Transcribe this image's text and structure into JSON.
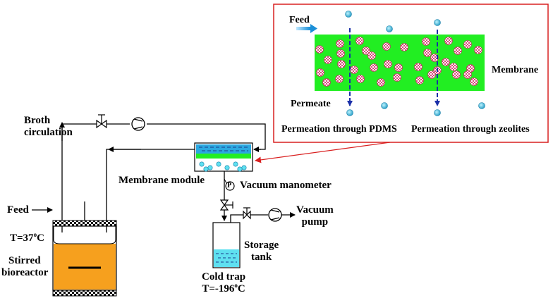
{
  "labels": {
    "broth_circulation_1": "Broth",
    "broth_circulation_2": "circulation",
    "feed_left": "Feed",
    "temperature_reactor_prefix": "T=37",
    "temperature_reactor_sup": "o",
    "temperature_reactor_suffix": "C",
    "stirred_1": "Stirred",
    "stirred_2": "bioreactor",
    "membrane_module": "Membrane module",
    "vacuum_manometer": "Vacuum manometer",
    "manometer_symbol": "P",
    "vacuum_pump_1": "Vacuum",
    "vacuum_pump_2": "pump",
    "storage_tank_1": "Storage",
    "storage_tank_2": "tank",
    "cold_trap_1": "Cold trap",
    "cold_trap_temp_prefix": "T=-196",
    "cold_trap_temp_sup": "o",
    "cold_trap_temp_suffix": "C"
  },
  "inset": {
    "feed": "Feed",
    "membrane": "Membrane",
    "permeate": "Permeate",
    "pdms": "Permeation through PDMS",
    "zeolites": "Permeation through zeolites"
  },
  "colors": {
    "membrane_green": "#22ee22",
    "broth_orange": "#f6a01e",
    "inset_border": "#d92020",
    "water_blue": "#2aa8e0",
    "arrow_blue": "#1a2fa8",
    "zeolite_pink": "#d85a8a"
  }
}
